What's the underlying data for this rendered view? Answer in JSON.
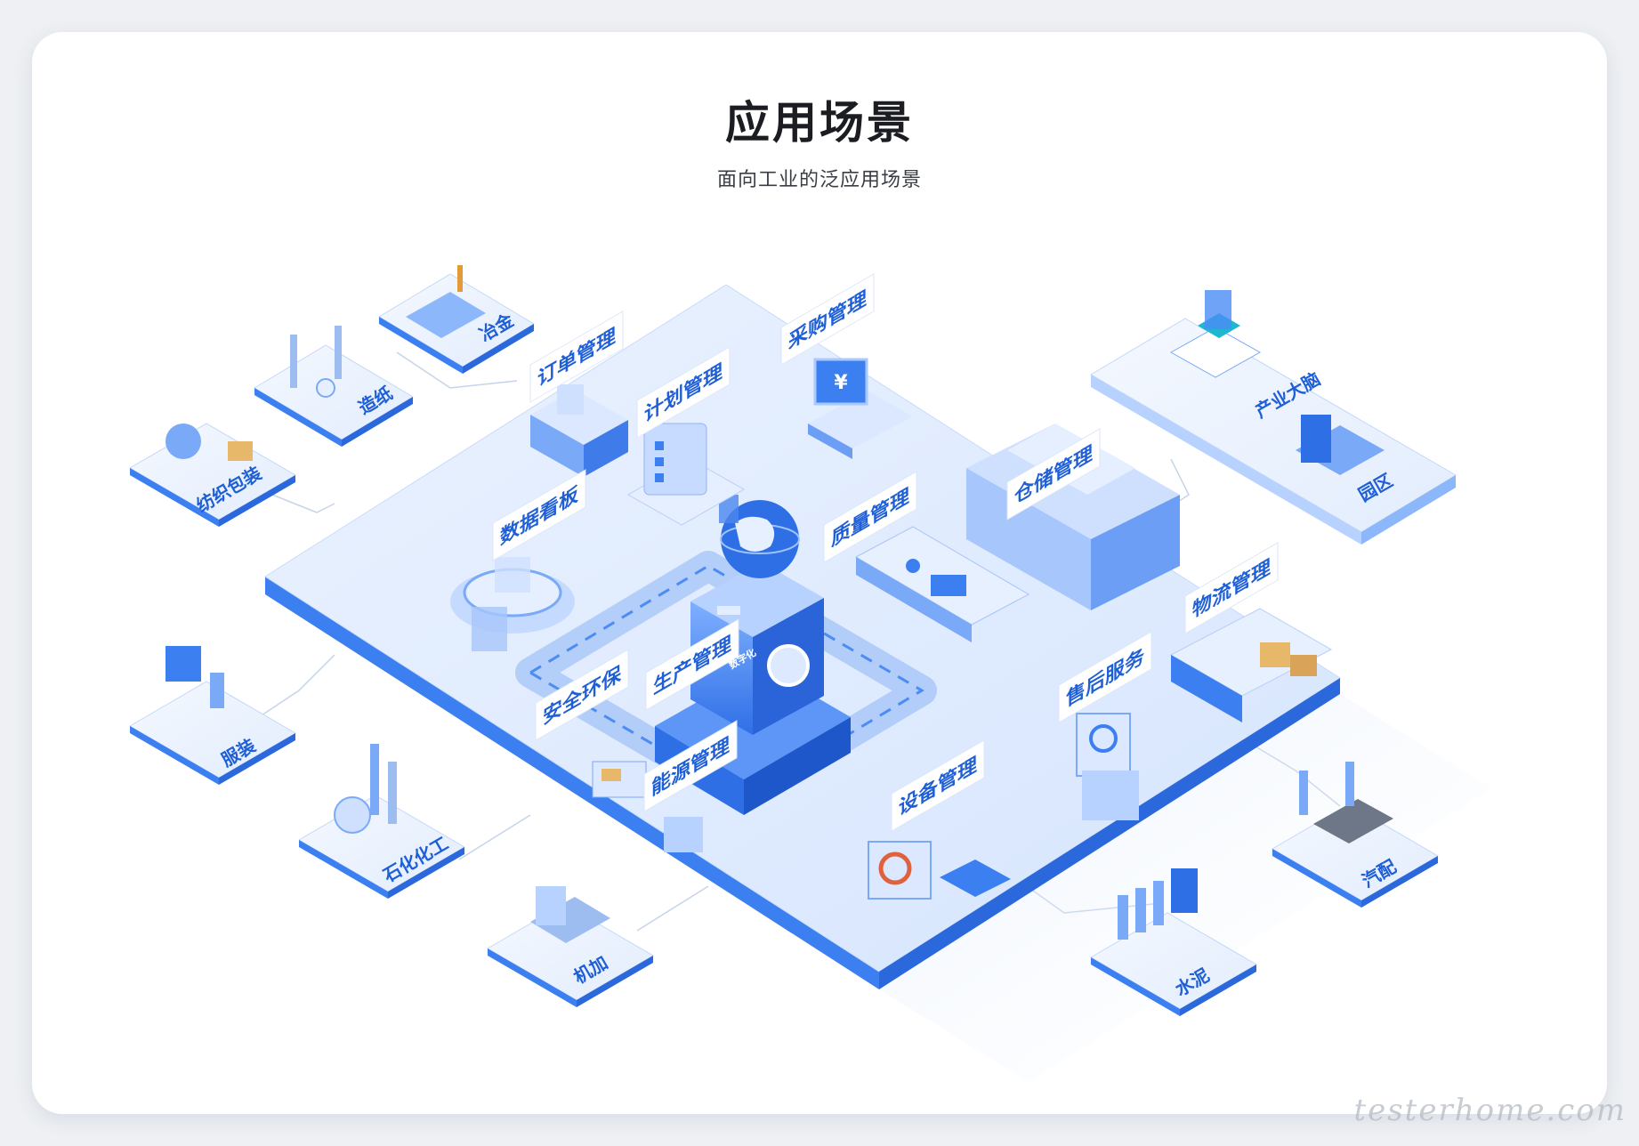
{
  "header": {
    "title": "应用场景",
    "subtitle": "面向工业的泛应用场景"
  },
  "modules": {
    "order": "订单管理",
    "plan": "计划管理",
    "purchase": "采购管理",
    "dashboard": "数据看板",
    "quality": "质量管理",
    "warehouse": "仓储管理",
    "production": "生产管理",
    "safety": "安全环保",
    "energy": "能源管理",
    "logistics": "物流管理",
    "aftersales": "售后服务",
    "equipment": "设备管理"
  },
  "industries": {
    "metallurgy": "冶金",
    "papermaking": "造纸",
    "textile": "纺织包装",
    "industrial_brain": "产业大脑",
    "park": "园区",
    "apparel": "服装",
    "petrochemical": "石化化工",
    "machining": "机加",
    "cement": "水泥",
    "automotive": "汽配"
  },
  "brand": {
    "badge": "数字化"
  },
  "watermark": "testerhome.com",
  "colors": {
    "accent": "#1f5fd6",
    "platform": "#dfeafd",
    "platform_edge": "#3b7ff0"
  }
}
